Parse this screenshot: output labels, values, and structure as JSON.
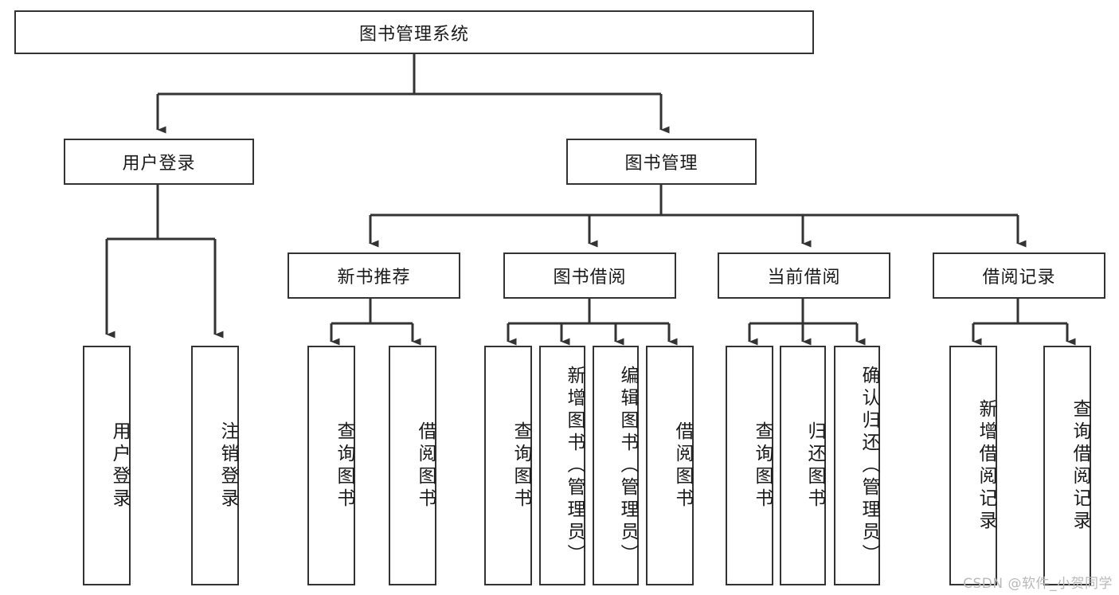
{
  "diagram": {
    "title": "图书管理系统",
    "type": "hierarchy-tree",
    "root": {
      "label": "图书管理系统"
    },
    "level2": [
      {
        "label": "用户登录"
      },
      {
        "label": "图书管理"
      }
    ],
    "level3": [
      {
        "label": "新书推荐"
      },
      {
        "label": "图书借阅"
      },
      {
        "label": "当前借阅"
      },
      {
        "label": "借阅记录"
      }
    ],
    "leaves": {
      "user_login": [
        {
          "label": "用户登录"
        },
        {
          "label": "注销登录"
        }
      ],
      "new_book_recommend": [
        {
          "label": "查询图书"
        },
        {
          "label": "借阅图书"
        }
      ],
      "book_borrow": [
        {
          "label": "查询图书"
        },
        {
          "label": "新增图书（管理员）"
        },
        {
          "label": "编辑图书（管理员）"
        },
        {
          "label": "借阅图书"
        }
      ],
      "current_borrow": [
        {
          "label": "查询图书"
        },
        {
          "label": "归还图书"
        },
        {
          "label": "确认归还（管理员）"
        }
      ],
      "borrow_record": [
        {
          "label": "新增借阅记录"
        },
        {
          "label": "查询借阅记录"
        }
      ]
    }
  },
  "watermark": {
    "text": "CSDN @软件_小贺同学"
  },
  "colors": {
    "stroke": "#333333",
    "background": "#ffffff",
    "text": "#1a1a1a",
    "watermark": "#b9b9b9"
  }
}
